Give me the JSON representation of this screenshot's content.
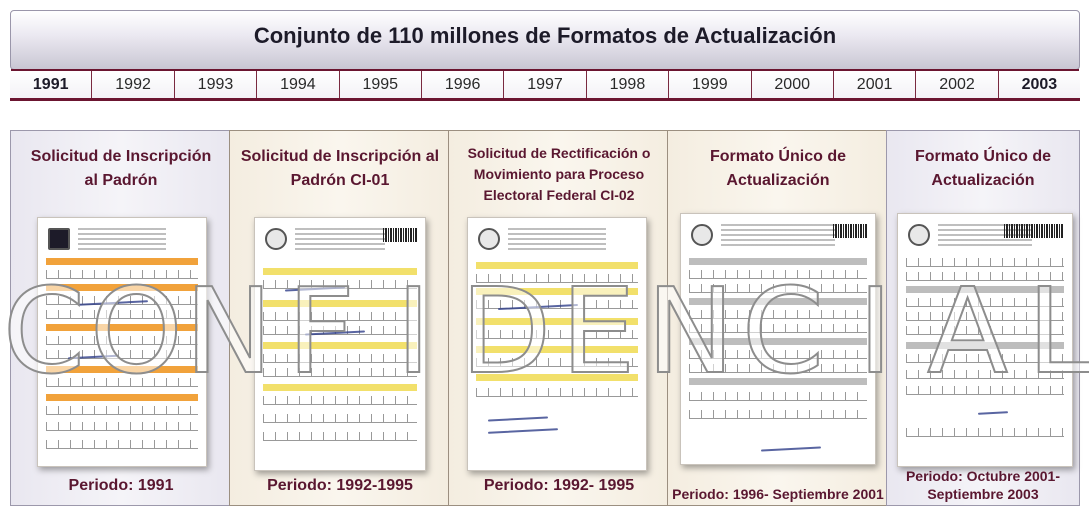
{
  "header": {
    "title": "Conjunto de 110 millones de Formatos de Actualización",
    "years": [
      "1991",
      "1992",
      "1993",
      "1994",
      "1995",
      "1996",
      "1997",
      "1998",
      "1999",
      "2000",
      "2001",
      "2002",
      "2003"
    ]
  },
  "panels": [
    {
      "title": "Solicitud de Inscripción al Padrón",
      "period": "Periodo: 1991"
    },
    {
      "title": "Solicitud de Inscripción al Padrón CI-01",
      "period": "Periodo: 1992-1995"
    },
    {
      "title": "Solicitud de Rectificación o Movimiento para Proceso Electoral Federal CI-02",
      "period": "Periodo: 1992- 1995"
    },
    {
      "title": "Formato Único de Actualización",
      "period": "Periodo: 1996- Septiembre 2001"
    },
    {
      "title": "Formato Único de Actualización",
      "period": "Periodo: Octubre 2001- Septiembre 2003"
    }
  ],
  "watermark": {
    "letters": [
      "C",
      "O",
      "N",
      "F",
      "I",
      "D",
      "E",
      "N",
      "C",
      "I",
      "A",
      "L"
    ]
  },
  "colors": {
    "accent": "#6b1530",
    "title_text": "#5a1730"
  }
}
